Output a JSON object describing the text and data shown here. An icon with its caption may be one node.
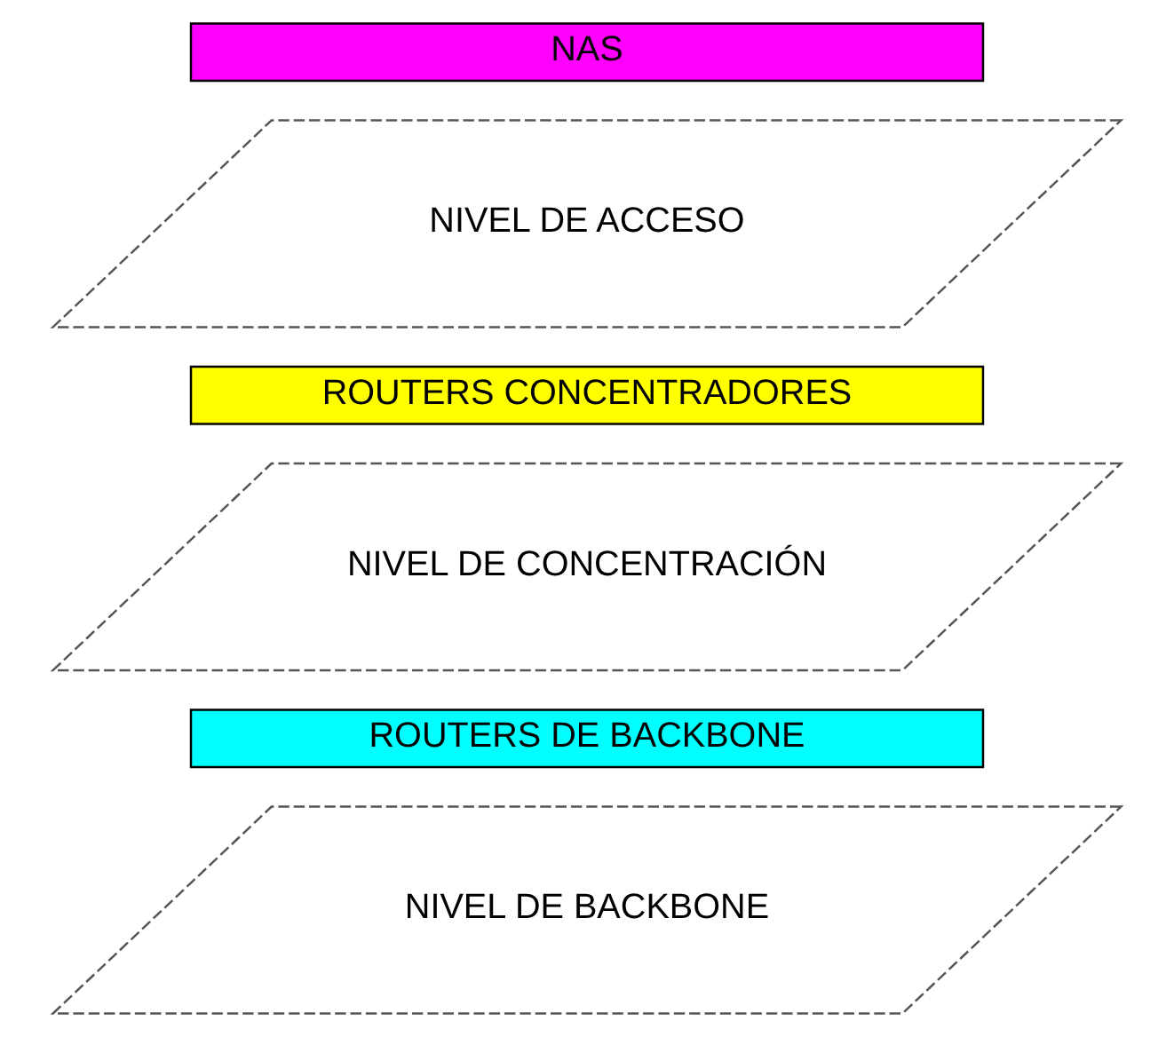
{
  "diagram": {
    "nodes": [
      {
        "text": [
          "NIVEL DE BACKBONE"
        ]
      },
      {
        "text": [
          "ROUTERS DE BACKBONE"
        ]
      },
      {
        "text": [
          "NIVEL DE CONCENTRACIÓN"
        ]
      },
      {
        "text": [
          "ROUTERS CONCENTRADORES"
        ]
      },
      {
        "text": [
          "NIVEL DE ACCESO"
        ]
      },
      {
        "text": [
          "NAS"
        ]
      }
    ]
  }
}
